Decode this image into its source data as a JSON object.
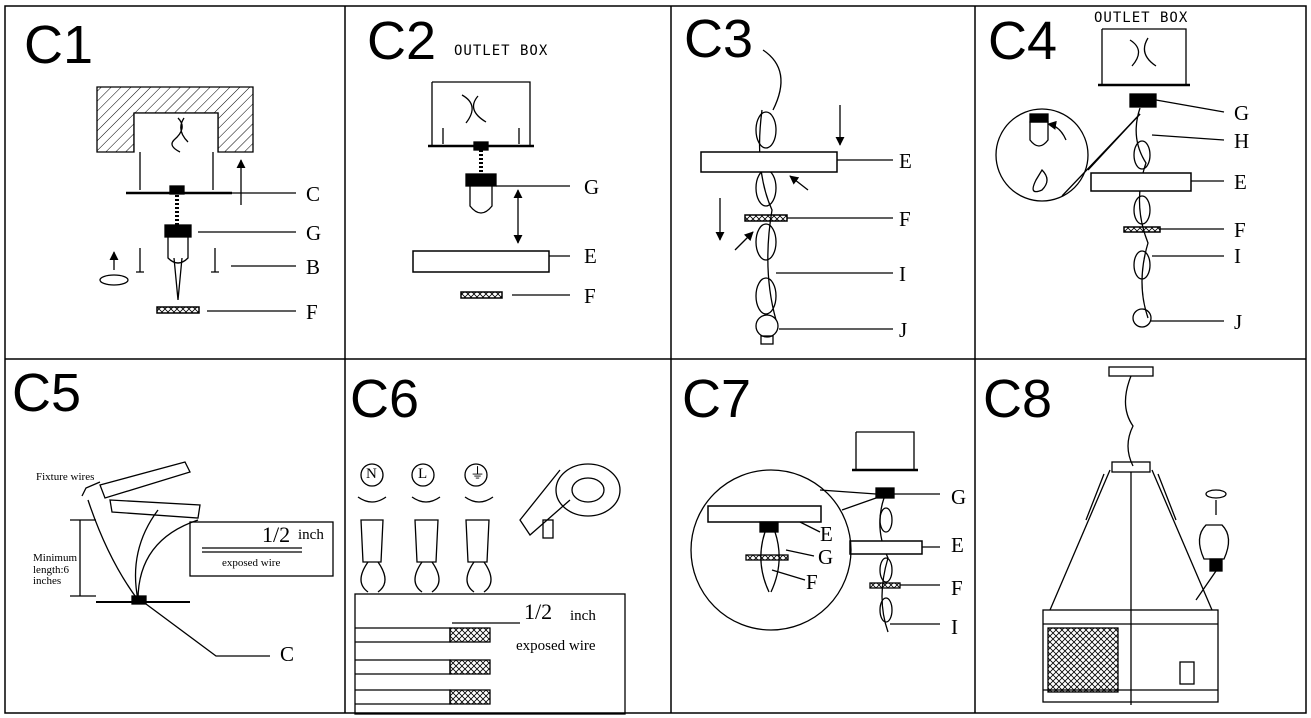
{
  "panels": [
    {
      "step": "C1",
      "labels": {
        "C": "C",
        "G": "G",
        "B": "B",
        "F": "F"
      }
    },
    {
      "step": "C2",
      "caption": "OUTLET BOX",
      "labels": {
        "G": "G",
        "E": "E",
        "F": "F"
      }
    },
    {
      "step": "C3",
      "labels": {
        "E": "E",
        "F": "F",
        "I": "I",
        "J": "J"
      }
    },
    {
      "step": "C4",
      "caption": "OUTLET BOX",
      "labels": {
        "G": "G",
        "H": "H",
        "E": "E",
        "F": "F",
        "I": "I",
        "J": "J"
      }
    },
    {
      "step": "C5",
      "fixture_wires": "Fixture wires",
      "min_length": "Minimum length:6 inches",
      "measure": "1/2",
      "unit": "inch",
      "exposed": "exposed wire",
      "labels": {
        "C": "C"
      }
    },
    {
      "step": "C6",
      "symbols": [
        "N",
        "L",
        "⏚"
      ],
      "measure": "1/2",
      "unit": "inch",
      "exposed": "exposed wire"
    },
    {
      "step": "C7",
      "labels": {
        "E1": "E",
        "G1": "G",
        "F1": "F",
        "G2": "G",
        "E2": "E",
        "F2": "F",
        "I": "I"
      }
    },
    {
      "step": "C8"
    }
  ]
}
